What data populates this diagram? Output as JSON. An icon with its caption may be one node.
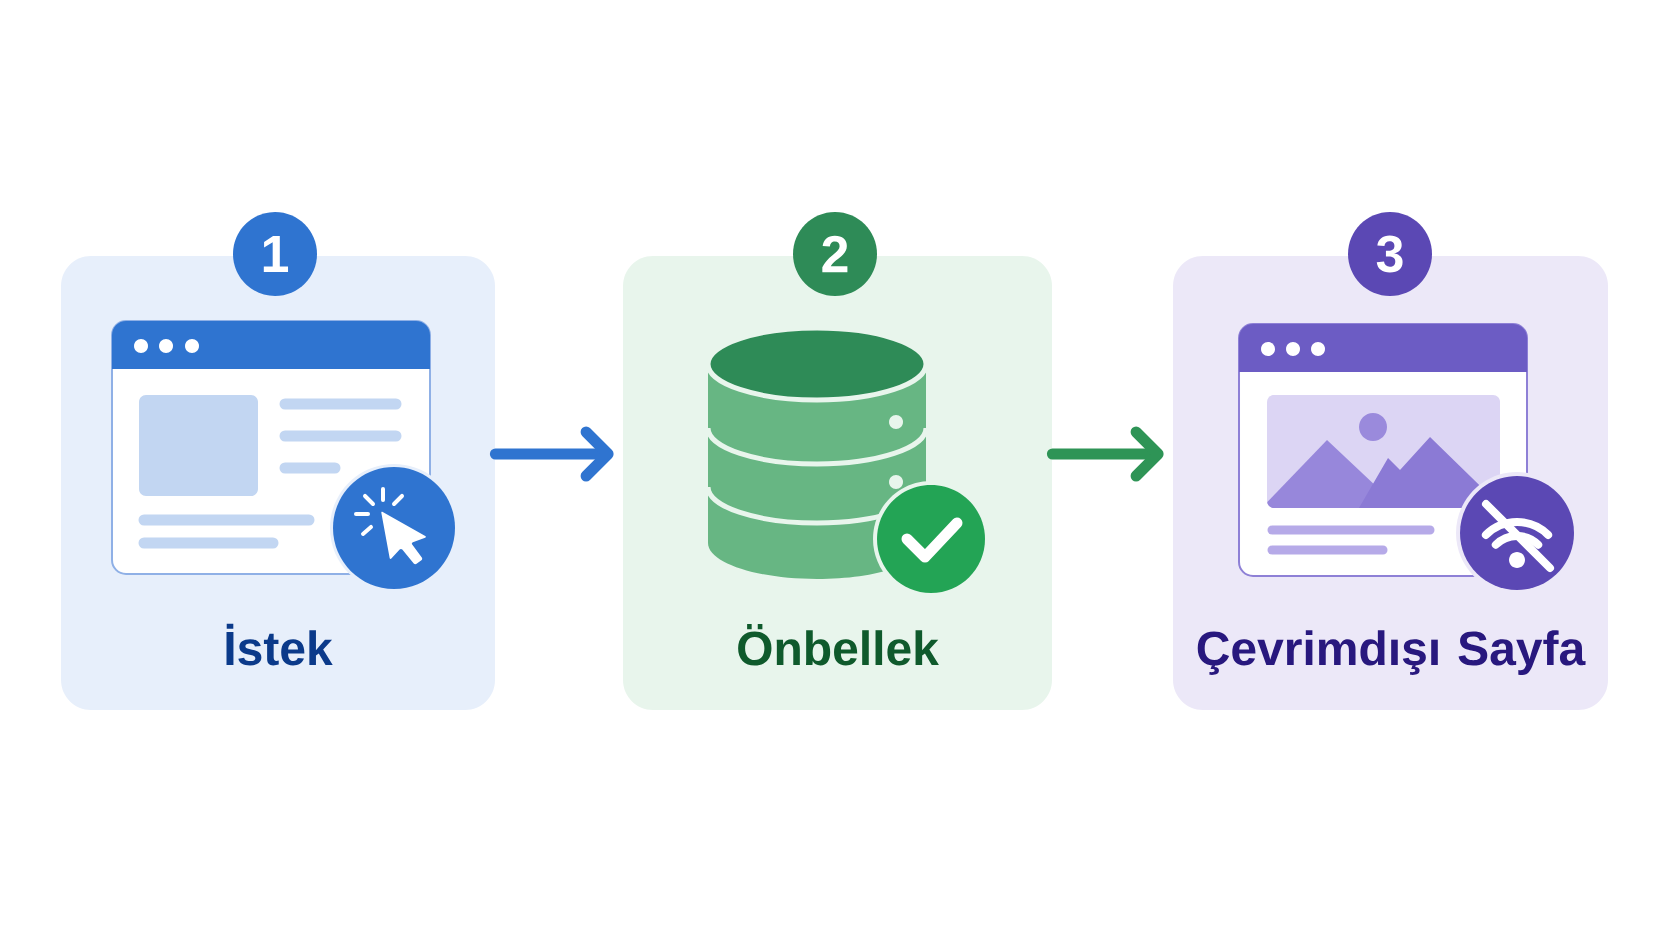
{
  "diagram": {
    "nodes": [
      {
        "text": [
          "1"
        ]
      },
      {
        "text": [
          "İstek"
        ]
      },
      {
        "text": [
          "2"
        ]
      },
      {
        "text": [
          "Önbellek"
        ]
      },
      {
        "text": [
          "3"
        ]
      },
      {
        "text": [
          "Çevrimdışı Sayfa"
        ]
      }
    ],
    "edges": [
      {
        "from": 1,
        "to": 3,
        "arrow": "to",
        "color": "#2f74d0"
      },
      {
        "from": 3,
        "to": 5,
        "arrow": "to",
        "color": "#2e9456"
      }
    ]
  }
}
